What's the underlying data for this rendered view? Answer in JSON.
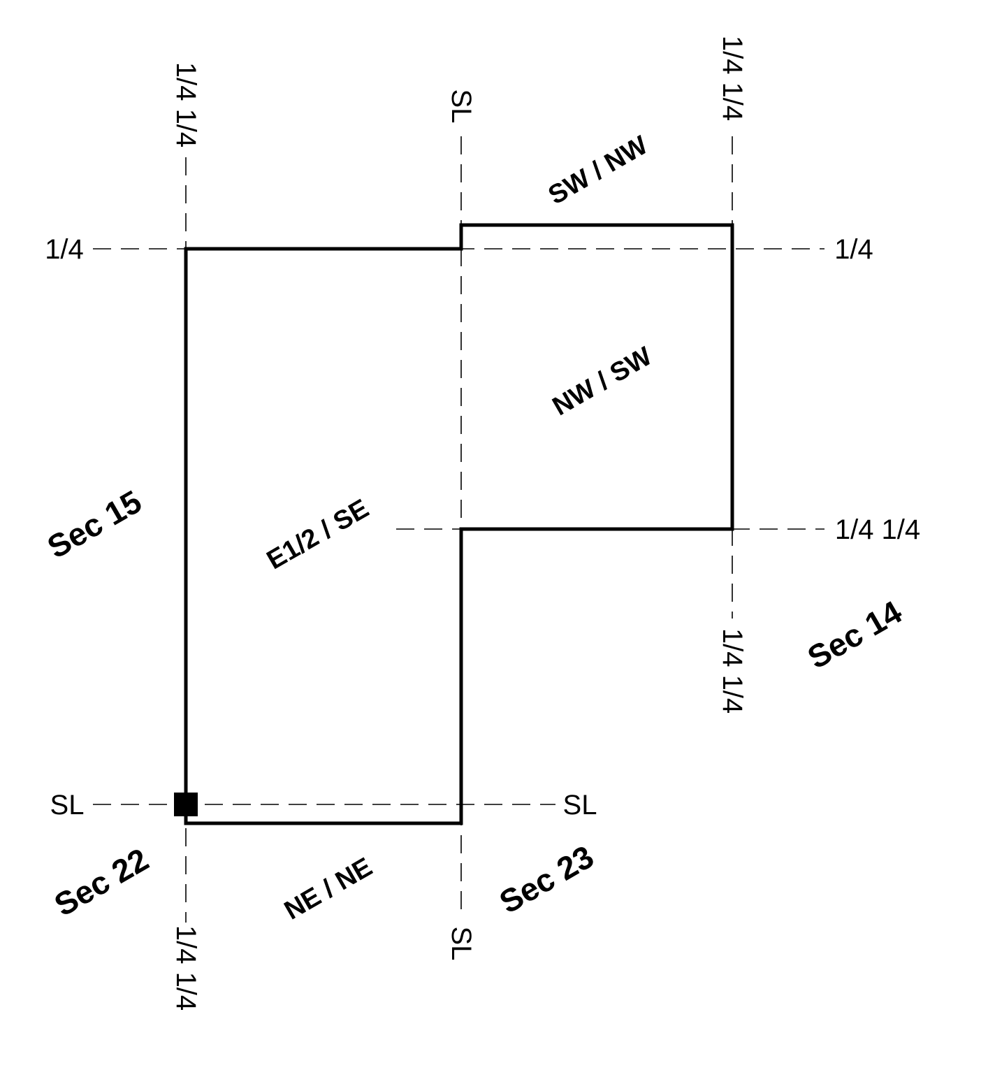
{
  "line_labels": {
    "quarter_quarter": "1/4 1/4",
    "quarter": "1/4",
    "section_line": "SL"
  },
  "tracts": {
    "sw_nw": "SW / NW",
    "nw_sw": "NW / SW",
    "e_half_se": "E1/2 / SE",
    "ne_ne": "NE / NE"
  },
  "sections": {
    "sec_15": "Sec 15",
    "sec_14": "Sec 14",
    "sec_22": "Sec 22",
    "sec_23": "Sec 23"
  },
  "colors": {
    "ink": "#000000",
    "background": "#ffffff"
  }
}
